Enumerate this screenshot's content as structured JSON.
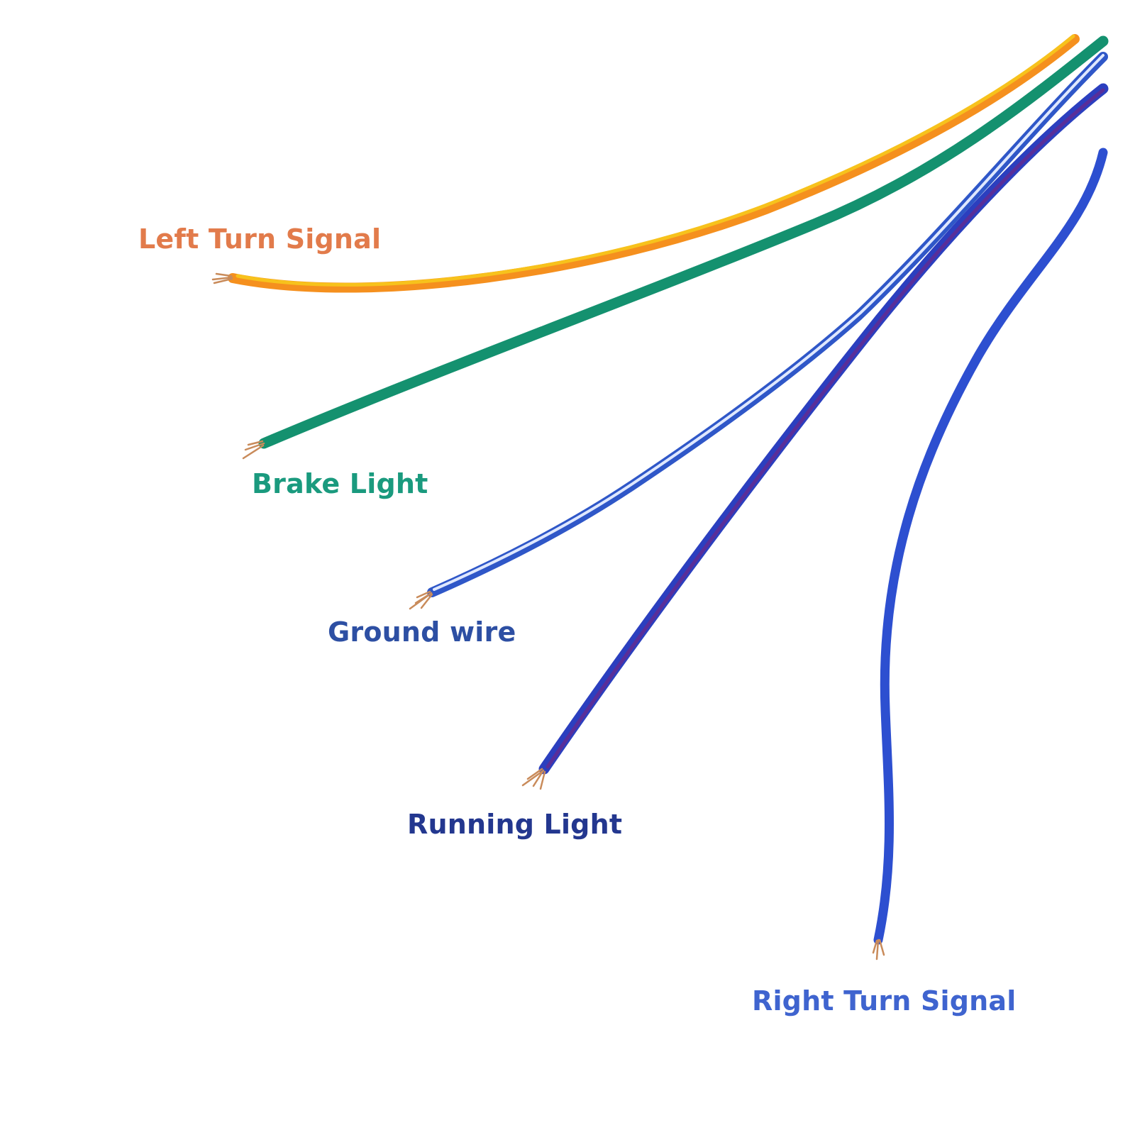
{
  "background_color": "#ffffff",
  "copper_color": "#c98b5a",
  "wires": [
    {
      "id": "left-turn",
      "label": "Left Turn Signal",
      "label_color": "#e27b4b",
      "insulation_color": "#f5901e",
      "stripe_color": "#f7c21c",
      "icon": "wire-orange-yellow-stripe"
    },
    {
      "id": "brake",
      "label": "Brake Light",
      "label_color": "#1a9a7e",
      "insulation_color": "#14916f",
      "stripe_color": "#1aa17c",
      "icon": "wire-green"
    },
    {
      "id": "ground",
      "label": "Ground wire",
      "label_color": "#2d4fa3",
      "insulation_color": "#2f57c8",
      "stripe_color": "#dfe8ff",
      "icon": "wire-blue-white-stripe"
    },
    {
      "id": "running",
      "label": "Running Light",
      "label_color": "#23378f",
      "insulation_color": "#2b3fbf",
      "stripe_color": "#6a2a8c",
      "icon": "wire-blue-purple-stripe"
    },
    {
      "id": "right-turn",
      "label": "Right Turn Signal",
      "label_color": "#3f64cf",
      "insulation_color": "#2d4fd0",
      "stripe_color": "#3e63e0",
      "icon": "wire-blue"
    }
  ]
}
